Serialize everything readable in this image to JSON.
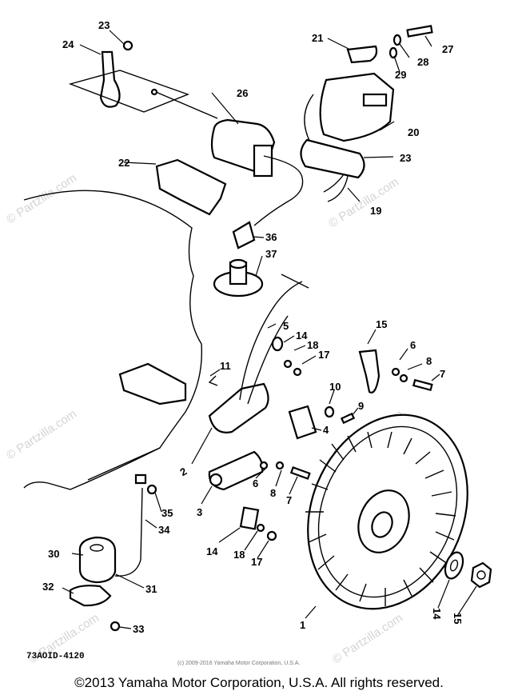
{
  "callouts": {
    "c1": "1",
    "c2": "2",
    "c3": "3",
    "c4": "4",
    "c5": "5",
    "c6a": "6",
    "c6b": "6",
    "c7a": "7",
    "c7b": "7",
    "c8a": "8",
    "c8b": "8",
    "c9": "9",
    "c10": "10",
    "c11": "11",
    "c14a": "14",
    "c14b": "14",
    "c14c": "14",
    "c15a": "15",
    "c15b": "15",
    "c17a": "17",
    "c17b": "17",
    "c18a": "18",
    "c18b": "18",
    "c19": "19",
    "c20": "20",
    "c21": "21",
    "c22": "22",
    "c23a": "23",
    "c23b": "23",
    "c24": "24",
    "c26": "26",
    "c27": "27",
    "c28": "28",
    "c29": "29",
    "c30": "30",
    "c31": "31",
    "c32": "32",
    "c33": "33",
    "c34": "34",
    "c35": "35",
    "c36": "36",
    "c37": "37"
  },
  "drawing_number": "73AOID-4120",
  "small_copyright": "(c) 2009-2016 Yamaha Motor Corporation, U.S.A.",
  "watermark": "© Partzilla.com",
  "footer_copyright": "©2013 Yamaha Motor Corporation, U.S.A. All rights reserved."
}
